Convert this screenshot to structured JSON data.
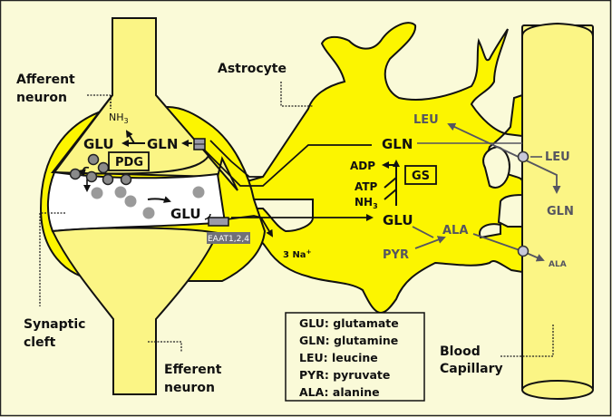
{
  "colors": {
    "background": "#fafad8",
    "astrocyte": "#fcf500",
    "neuron": "#fbf585",
    "capillary": "#fbf585",
    "cleft": "#ffffff",
    "vesicle": "#8a8a8a",
    "transporter": "#9a9aa8",
    "metabolite_grey": "#555560",
    "outline": "#111111"
  },
  "labels": {
    "afferent_line1": "Afferent",
    "afferent_line2": "neuron",
    "efferent_line1": "Efferent",
    "efferent_line2": "neuron",
    "synaptic_line1": "Synaptic",
    "synaptic_line2": "cleft",
    "astrocyte": "Astrocyte",
    "blood_line1": "Blood",
    "blood_line2": "Capillary"
  },
  "neuron": {
    "nh3": "NH",
    "nh3_sub": "3",
    "glu": "GLU",
    "gln": "GLN",
    "enzyme": "PDG",
    "cleft_glu": "GLU",
    "transporter": "EAAT1,2,4"
  },
  "astrocyte_pathway": {
    "gln": "GLN",
    "glu": "GLU",
    "adp": "ADP",
    "atp": "ATP",
    "nh3": "NH",
    "nh3_sub": "3",
    "enzyme": "GS",
    "sodium": "3 Na",
    "sodium_sup": "+",
    "leu": "LEU",
    "pyr": "PYR",
    "ala": "ALA"
  },
  "capillary": {
    "leu": "LEU",
    "gln": "GLN",
    "ala": "ALA"
  },
  "legend": [
    "GLU: glutamate",
    "GLN: glutamine",
    "LEU: leucine",
    "PYR: pyruvate",
    "ALA: alanine"
  ]
}
